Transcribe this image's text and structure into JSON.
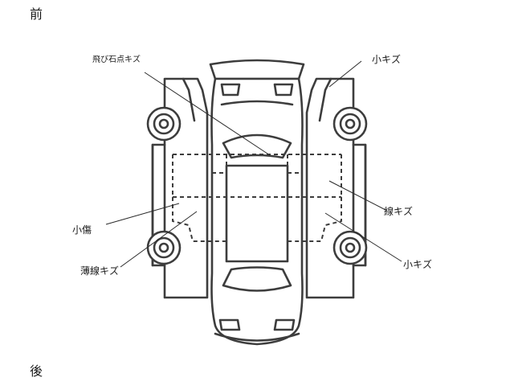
{
  "directions": {
    "front": "前",
    "rear": "後"
  },
  "damage_labels": {
    "chipped_paint": "飛び石点キズ",
    "small_scratch_top_right": "小キズ",
    "line_scratch": "線キズ",
    "small_damage": "小傷",
    "light_line_scratch": "薄線キズ",
    "small_scratch_bottom_right": "小キズ"
  },
  "colors": {
    "outline": "#3d3d3d",
    "text": "#1a1a1a",
    "background": "#ffffff"
  }
}
